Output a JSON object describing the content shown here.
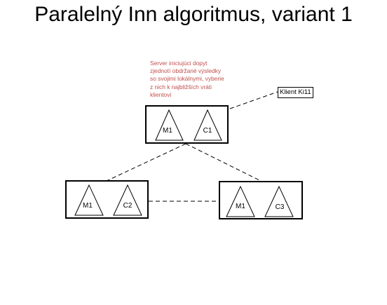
{
  "title": "Paralelný Inn algoritmus, variant 1",
  "server_note": "Server iniciujúci dopyt\nzjednotí obdržané výsledky\nso svojimi lokálnymi, vyberie\nz nich k najbližších vráti\nklientovi",
  "client": {
    "label": "Klient Ki11"
  },
  "nodes": [
    {
      "id": "server-top",
      "triangles": [
        "M1",
        "C1"
      ]
    },
    {
      "id": "server-left",
      "triangles": [
        "M1",
        "C2"
      ]
    },
    {
      "id": "server-right",
      "triangles": [
        "M1",
        "C3"
      ]
    }
  ],
  "colors": {
    "note_text": "#c0504d",
    "lines": "#000000"
  }
}
